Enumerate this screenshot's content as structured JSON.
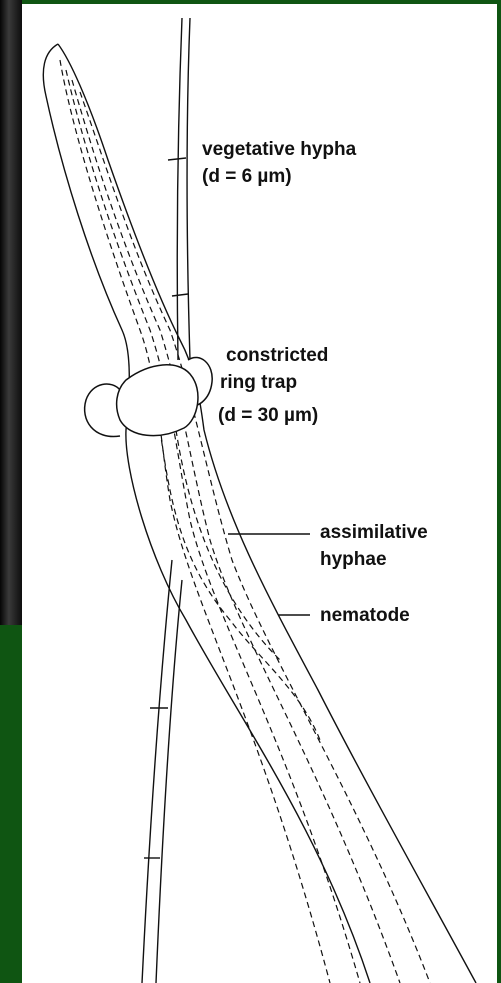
{
  "labels": {
    "vegetative_hypha": "vegetative hypha",
    "vegetative_hypha_d": "(d = 6 µm)",
    "constricted": "constricted",
    "ring_trap": "ring trap",
    "ring_trap_d": "(d = 30 µm)",
    "assimilative": "assimilative",
    "hyphae": "hyphae",
    "nematode": "nematode"
  },
  "colors": {
    "background_frame": "#0f5512",
    "line": "#111111",
    "paper": "#ffffff"
  }
}
